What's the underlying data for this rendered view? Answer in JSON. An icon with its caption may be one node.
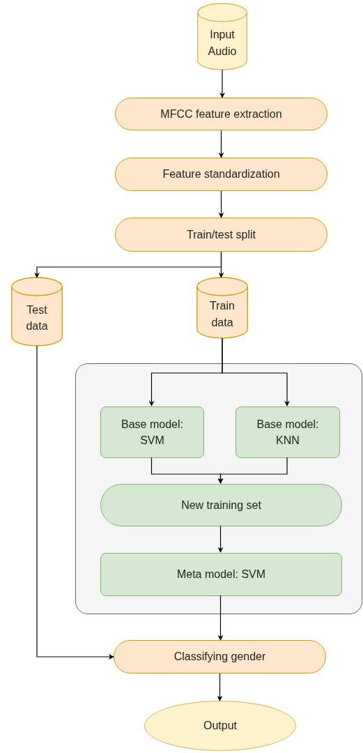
{
  "diagram": {
    "nodes": [
      {
        "text": [
          "Input Audio"
        ]
      },
      {
        "text": [
          "MFCC feature extraction"
        ]
      },
      {
        "text": [
          "Feature standardization"
        ]
      },
      {
        "text": [
          "Train/test split"
        ]
      },
      {
        "text": [
          "Test data"
        ]
      },
      {
        "text": [
          "Train data"
        ]
      },
      {
        "text": [],
        "shape": "box"
      },
      {
        "text": [
          "Base model: SVM"
        ],
        "in": 6
      },
      {
        "text": [
          "Base model: KNN"
        ],
        "in": 6
      },
      {
        "text": [
          "New training set"
        ],
        "in": 6
      },
      {
        "text": [
          "Meta model: SVM"
        ],
        "in": 6
      },
      {
        "text": [
          "Classifying gender"
        ]
      },
      {
        "text": [
          "Output"
        ]
      }
    ],
    "edges": [
      {
        "from": 0,
        "to": 1,
        "arrow": "to"
      },
      {
        "from": 1,
        "to": 2,
        "arrow": "to"
      },
      {
        "from": 2,
        "to": 3,
        "arrow": "to"
      },
      {
        "from": 3,
        "to": 4,
        "arrow": "to"
      },
      {
        "from": 3,
        "to": 5,
        "arrow": "to"
      },
      {
        "from": 5,
        "to": 7,
        "arrow": "to"
      },
      {
        "from": 5,
        "to": 8,
        "arrow": "to"
      },
      {
        "from": 7,
        "to": 9,
        "arrow": "to"
      },
      {
        "from": 8,
        "to": 9,
        "arrow": "to"
      },
      {
        "from": 9,
        "to": 10,
        "arrow": "to"
      },
      {
        "from": 10,
        "to": 11,
        "arrow": "to"
      },
      {
        "from": 4,
        "to": 11,
        "arrow": "to"
      },
      {
        "from": 11,
        "to": 12,
        "arrow": "to"
      }
    ]
  }
}
